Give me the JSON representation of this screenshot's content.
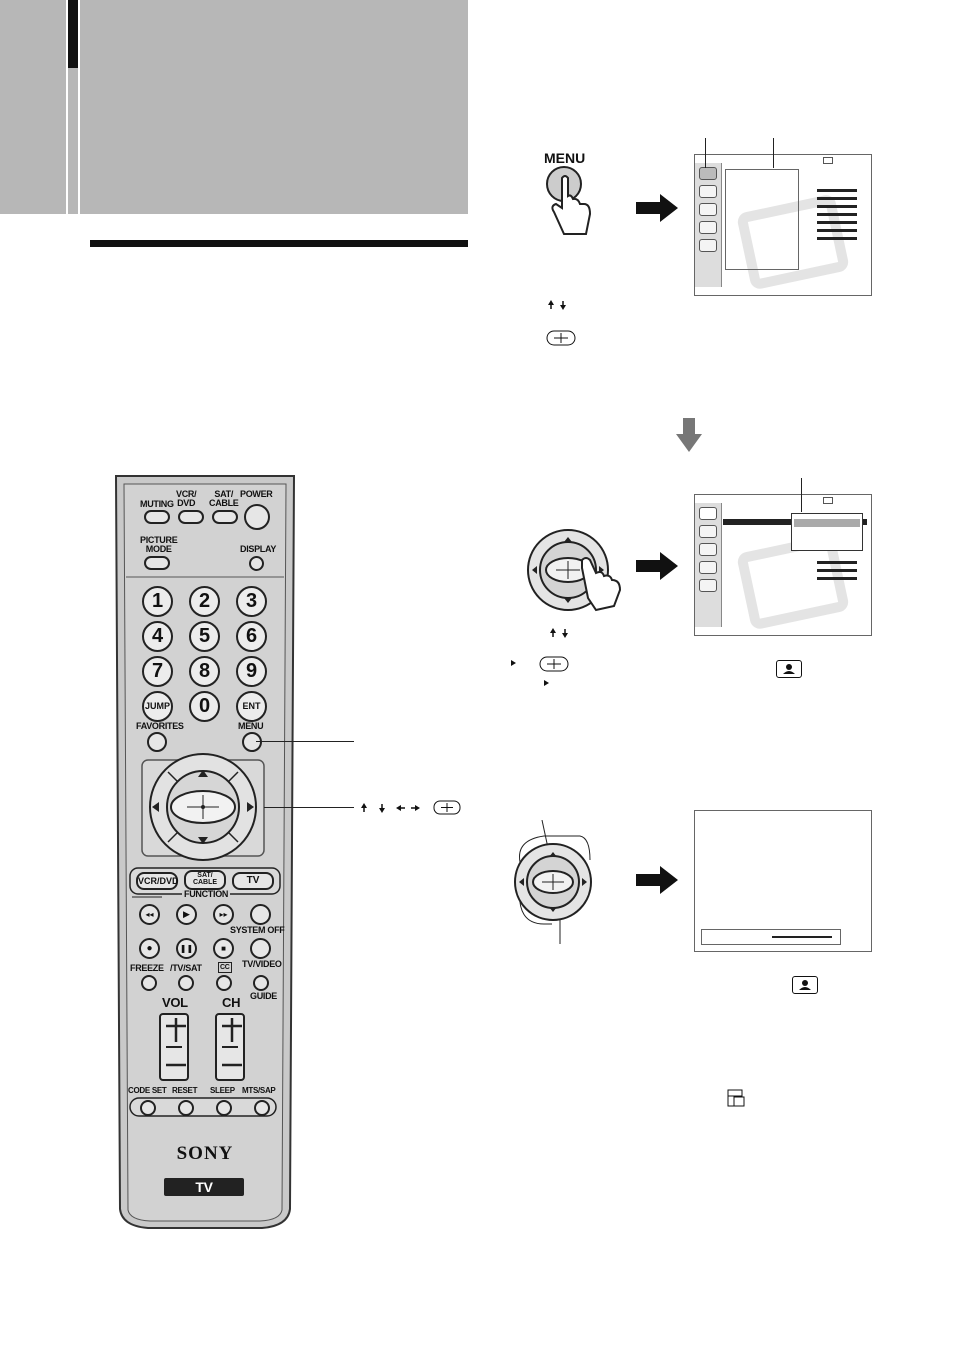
{
  "remote": {
    "muting": "MUTING",
    "vcr_dvd_top": "VCR/\nDVD",
    "sat_cable_top": "SAT/\nCABLE",
    "power": "POWER",
    "picture_mode": "PICTURE\nMODE",
    "display": "DISPLAY",
    "digits": [
      "1",
      "2",
      "3",
      "4",
      "5",
      "6",
      "7",
      "8",
      "9"
    ],
    "jump": "JUMP",
    "zero": "0",
    "ent": "ENT",
    "favorites": "FAVORITES",
    "menu": "MENU",
    "vcr_dvd": "VCR/DVD",
    "sat_cable": "SAT/\nCABLE",
    "tv_btn": "TV",
    "function": "FUNCTION",
    "system_off": "SYSTEM OFF",
    "freeze": "FREEZE",
    "tv_sat": "/TV/SAT",
    "cc": "CC",
    "tv_video": "TV/VIDEO",
    "guide": "GUIDE",
    "vol": "VOL",
    "ch": "CH",
    "code_set": "CODE SET",
    "reset": "RESET",
    "sleep": "SLEEP",
    "mts_sap": "MTS/SAP",
    "brand": "SONY",
    "model": "TV"
  },
  "step1": {
    "menu_label": "MENU"
  },
  "icons": {
    "arrow": "arrow-right-icon",
    "down": "arrow-down-icon",
    "picture": "picture-icon",
    "setup": "setup-icon"
  }
}
